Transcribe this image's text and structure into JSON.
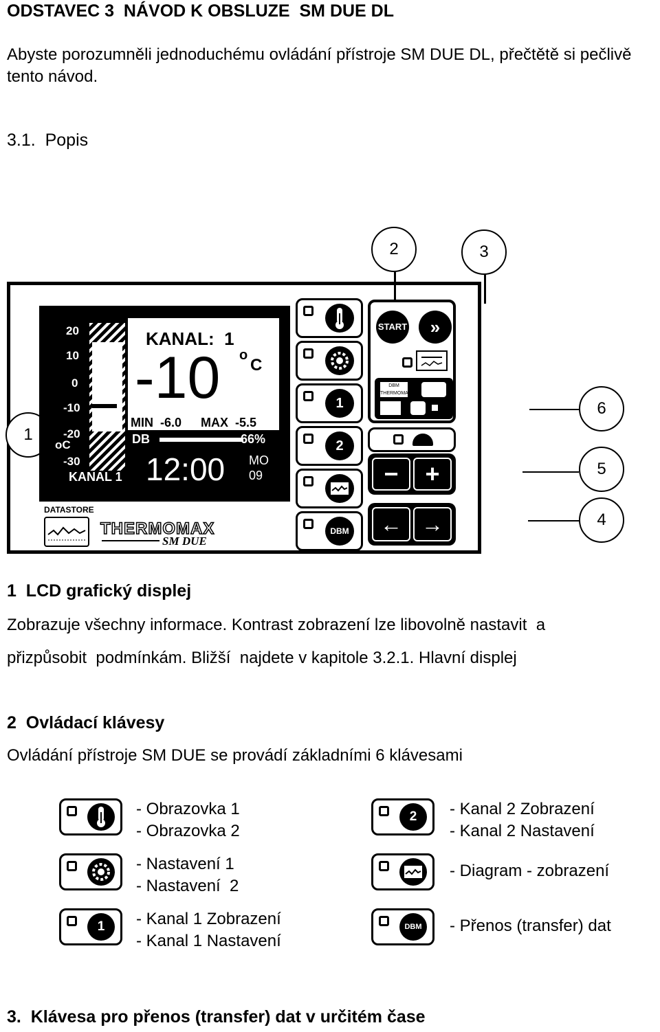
{
  "header": {
    "title": "ODSTAVEC 3  NÁVOD K OBSLUZE  SM DUE DL"
  },
  "intro": {
    "text": "Abyste porozumněli jednoduchému ovládání přístroje SM DUE DL, přečtětě si pečlivě tento návod."
  },
  "section": {
    "title": "3.1.  Popis"
  },
  "callouts": {
    "c1": "1",
    "c2": "2",
    "c3": "3",
    "c4": "4",
    "c5": "5",
    "c6": "6"
  },
  "lcd": {
    "scale": [
      "20",
      "10",
      "0",
      "-10",
      "-20",
      "-30"
    ],
    "unit_small": "oC",
    "channel_bottom": "KANAL 1",
    "channel_title": "KANAL:  1",
    "value": "-10",
    "unit_o": "o",
    "unit_c": "C",
    "min": "MIN  -6.0",
    "max": "MAX  -5.5",
    "db": "DB",
    "db_percent": "66%",
    "time": "12:00",
    "day": "MO",
    "date": "09"
  },
  "device": {
    "datastore": "DATASTORE",
    "brand": "THERMOMAX",
    "model": "SM DUE",
    "start": "START",
    "key_1": "1",
    "key_2": "2",
    "dbm": "DBM",
    "dbm_small": "DBM",
    "thermomax_small": "THERMOMAX"
  },
  "s1": {
    "title": "1  LCD grafický displej",
    "line1": "Zobrazuje všechny informace. Kontrast zobrazení lze libovolně nastavit  a",
    "line2": "přizpůsobit  podmínkám. Bližší  najdete v kapitole 3.2.1. Hlavní displej"
  },
  "s2": {
    "title": "2  Ovládací klávesy",
    "text": "Ovládání přístroje SM DUE se provádí základními 6 klávesami"
  },
  "keys": {
    "thermo": [
      "- Obrazovka 1",
      "- Obrazovka 2"
    ],
    "settings": [
      "- Nastavení 1",
      "- Nastavení  2"
    ],
    "kanal1": [
      "- Kanal 1 Zobrazení",
      "- Kanal 1 Nastavení"
    ],
    "kanal2": [
      "- Kanal 2 Zobrazení",
      "- Kanal 2 Nastavení"
    ],
    "diagram": [
      "- Diagram - zobrazení"
    ],
    "transfer": [
      "- Přenos (transfer) dat"
    ]
  },
  "s3": {
    "title": "3.  Klávesa pro přenos (transfer) dat v určitém čase"
  }
}
